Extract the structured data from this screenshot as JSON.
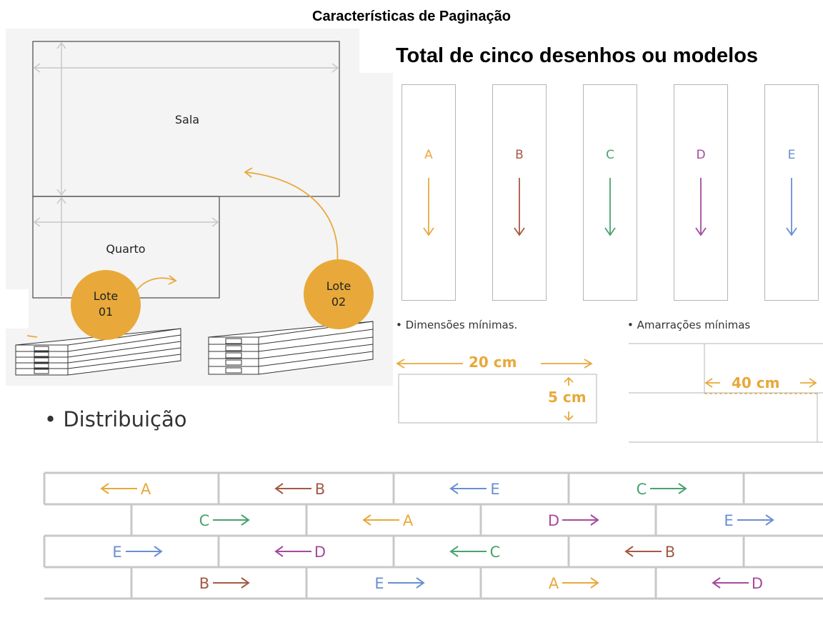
{
  "header": {
    "title": "Características de Paginação",
    "subtitle": "Total de cinco desenhos ou modelos"
  },
  "floor_plan": {
    "rooms": [
      {
        "label": "Sala"
      },
      {
        "label": "Quarto"
      }
    ],
    "lots": [
      {
        "label_line1": "Lote",
        "label_line2": "01"
      },
      {
        "label_line1": "Lote",
        "label_line2": "02"
      }
    ]
  },
  "colors": {
    "A": "#e8a93a",
    "B": "#a35a44",
    "C": "#4aa36e",
    "D": "#a54a9c",
    "E": "#6a8fd1",
    "line": "#c8c8c8",
    "panel_border": "#b5b5b5"
  },
  "models": [
    {
      "letter": "A",
      "color": "#e8a93a"
    },
    {
      "letter": "B",
      "color": "#a35a44"
    },
    {
      "letter": "C",
      "color": "#4aa36e"
    },
    {
      "letter": "D",
      "color": "#a54a9c"
    },
    {
      "letter": "E",
      "color": "#6a8fd1"
    }
  ],
  "dimensions": {
    "label": "• Dimensões mínimas.",
    "length": "20 cm",
    "width": "5 cm"
  },
  "bonds": {
    "label": "• Amarrações mínimas",
    "offset": "40 cm"
  },
  "distribution": {
    "label": "• Distribuição",
    "rows": [
      [
        {
          "letter": "A",
          "dir": "left"
        },
        {
          "letter": "B",
          "dir": "left"
        },
        {
          "letter": "E",
          "dir": "left"
        },
        {
          "letter": "C",
          "dir": "right"
        }
      ],
      [
        {
          "letter": "C",
          "dir": "right"
        },
        {
          "letter": "A",
          "dir": "left"
        },
        {
          "letter": "D",
          "dir": "right"
        },
        {
          "letter": "E",
          "dir": "right"
        }
      ],
      [
        {
          "letter": "E",
          "dir": "right"
        },
        {
          "letter": "D",
          "dir": "left"
        },
        {
          "letter": "C",
          "dir": "left"
        },
        {
          "letter": "B",
          "dir": "left"
        }
      ],
      [
        {
          "letter": "B",
          "dir": "right"
        },
        {
          "letter": "E",
          "dir": "right"
        },
        {
          "letter": "A",
          "dir": "right"
        },
        {
          "letter": "D",
          "dir": "left"
        }
      ]
    ]
  }
}
